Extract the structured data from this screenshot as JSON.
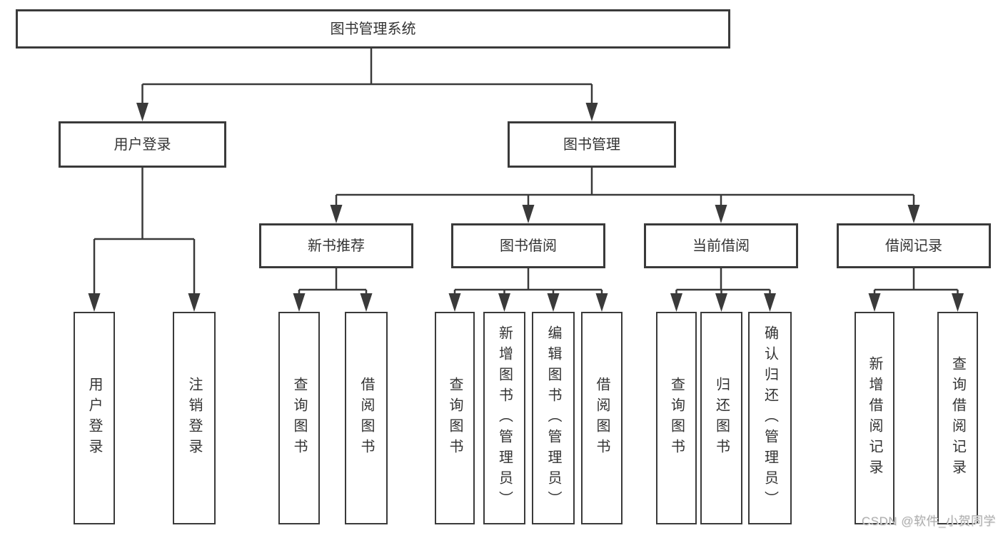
{
  "nodes": {
    "root": "图书管理系统",
    "user_login": "用户登录",
    "book_mgmt": "图书管理",
    "new_book_rec": "新书推荐",
    "book_borrow": "图书借阅",
    "current_borrow": "当前借阅",
    "borrow_record": "借阅记录",
    "leaf_user_login": "用户登录",
    "leaf_logout": "注销登录",
    "leaf_nbr_query": "查询图书",
    "leaf_nbr_borrow": "借阅图书",
    "leaf_bb_query": "查询图书",
    "leaf_bb_add": "新增图书（管理员）",
    "leaf_bb_edit": "编辑图书（管理员）",
    "leaf_bb_borrow": "借阅图书",
    "leaf_cb_query": "查询图书",
    "leaf_cb_return": "归还图书",
    "leaf_cb_confirm": "确认归还（管理员）",
    "leaf_br_add": "新增借阅记录",
    "leaf_br_query": "查询借阅记录"
  },
  "watermark": "CSDN @软件_小贺同学",
  "colors": {
    "line": "#3a3a3a",
    "text": "#333333",
    "background": "#ffffff",
    "watermark": "#aeaeae"
  }
}
